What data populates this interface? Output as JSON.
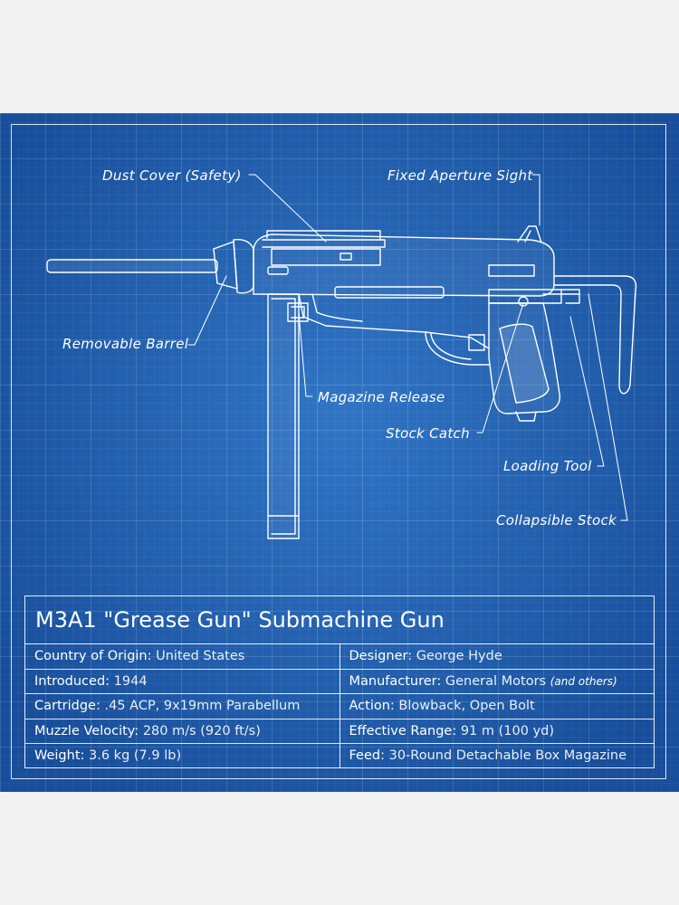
{
  "colors": {
    "blueprint": "#1f63b3",
    "line": "#ffffff",
    "page": "#f3f3f3"
  },
  "callouts": {
    "dust_cover": "Dust Cover (Safety)",
    "fixed_sight": "Fixed Aperture Sight",
    "removable_barrel": "Removable Barrel",
    "magazine_release": "Magazine Release",
    "stock_catch": "Stock Catch",
    "loading_tool": "Loading Tool",
    "collapsible_stock": "Collapsible Stock"
  },
  "spec_table": {
    "title": "M3A1 \"Grease Gun\" Submachine Gun",
    "left": [
      {
        "label": "Country of Origin:",
        "value": "United States"
      },
      {
        "label": "Introduced:",
        "value": "1944"
      },
      {
        "label": "Cartridge:",
        "value": ".45 ACP, 9x19mm Parabellum"
      },
      {
        "label": "Muzzle Velocity:",
        "value": "280 m/s (920 ft/s)"
      },
      {
        "label": "Weight:",
        "value": "3.6 kg (7.9 lb)"
      }
    ],
    "right": [
      {
        "label": "Designer:",
        "value": "George Hyde",
        "note": ""
      },
      {
        "label": "Manufacturer:",
        "value": "General Motors",
        "note": "(and others)"
      },
      {
        "label": "Action:",
        "value": "Blowback, Open Bolt",
        "note": ""
      },
      {
        "label": "Effective Range:",
        "value": "91 m (100 yd)",
        "note": ""
      },
      {
        "label": "Feed:",
        "value": "30-Round Detachable Box Magazine",
        "note": ""
      }
    ]
  }
}
